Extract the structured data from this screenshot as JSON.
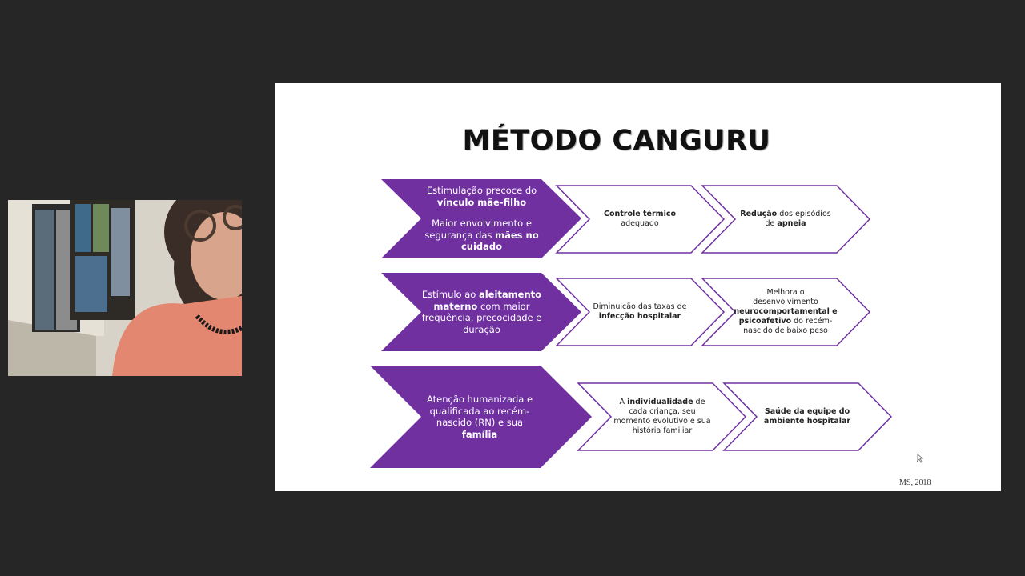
{
  "colors": {
    "background": "#262626",
    "purple": "#7030a0",
    "outline": "#7030a0",
    "slide_bg": "#ffffff"
  },
  "video": {
    "participant_icon": "person-webcam-icon"
  },
  "slide": {
    "title": "MÉTODO CANGURU",
    "credit": "MS, 2018",
    "rows": [
      {
        "main": {
          "p1": {
            "a": "Estimulação precoce do",
            "b": "vínculo mãe-filho"
          },
          "p2": {
            "a": "Maior envolvimento e",
            "b": "segurança das",
            "c": "mães no",
            "d": "cuidado"
          }
        },
        "c1": {
          "a": "Controle térmico",
          "b": "adequado"
        },
        "c2": {
          "a": "Redução",
          "b": " dos episódios",
          "c": "de ",
          "d": "apneia"
        }
      },
      {
        "main": {
          "a": "Estímulo ao ",
          "b": "aleitamento",
          "c": "materno",
          "d": " com maior",
          "e": "frequência, precocidade e",
          "f": "duração"
        },
        "c1": {
          "a": "Diminuição das taxas de",
          "b": "infecção hospitalar"
        },
        "c2": {
          "a": "Melhora o",
          "b": "desenvolvimento",
          "c": "neurocomportamental e",
          "d": "psicoafetivo",
          "e": " do recém-",
          "f": "nascido de baixo peso"
        }
      },
      {
        "main": {
          "a": "Atenção humanizada e",
          "b": "qualificada ao recém-",
          "c": "nascido (RN) e sua",
          "d": "família"
        },
        "c1": {
          "a": "A ",
          "b": "individualidade",
          "c": " de",
          "d": "cada criança, seu",
          "e": "momento evolutivo e sua",
          "f": "história familiar"
        },
        "c2": {
          "a": "Saúde da equipe do",
          "b": "ambiente hospitalar"
        }
      }
    ]
  }
}
